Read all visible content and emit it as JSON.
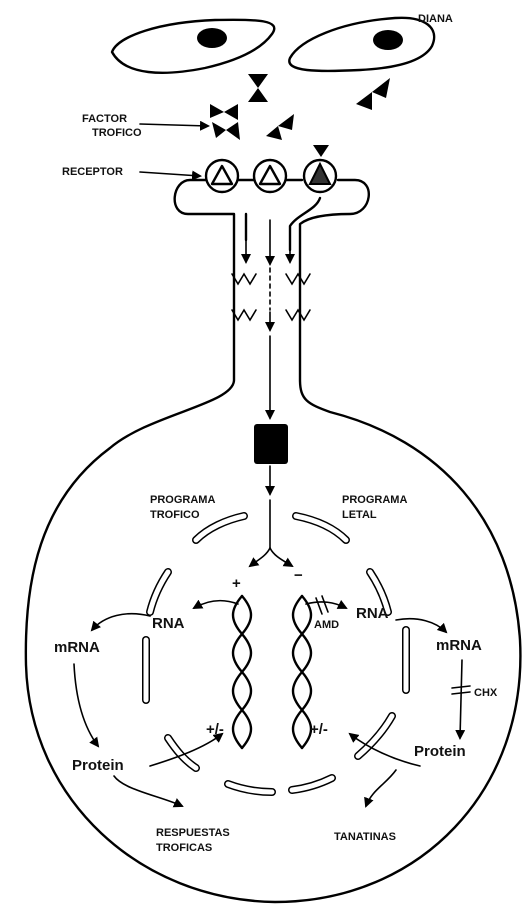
{
  "labels": {
    "diana": "DIANA",
    "factor_line1": "FACTOR",
    "factor_line2": "TROFICO",
    "receptor": "RECEPTOR",
    "programa_trofico_line1": "PROGRAMA",
    "programa_trofico_line2": "TROFICO",
    "programa_letal_line1": "PROGRAMA",
    "programa_letal_line2": "LETAL",
    "plus": "+",
    "minus": "−",
    "rna_left": "RNA",
    "rna_right": "RNA",
    "amd": "AMD",
    "mrna_left": "mRNA",
    "mrna_right": "mRNA",
    "chx": "CHX",
    "protein_left": "Protein",
    "protein_right": "Protein",
    "pm_left": "+/-",
    "pm_right": "+/-",
    "respuestas_line1": "RESPUESTAS",
    "respuestas_line2": "TROFICAS",
    "tanatinas": "TANATINAS"
  }
}
